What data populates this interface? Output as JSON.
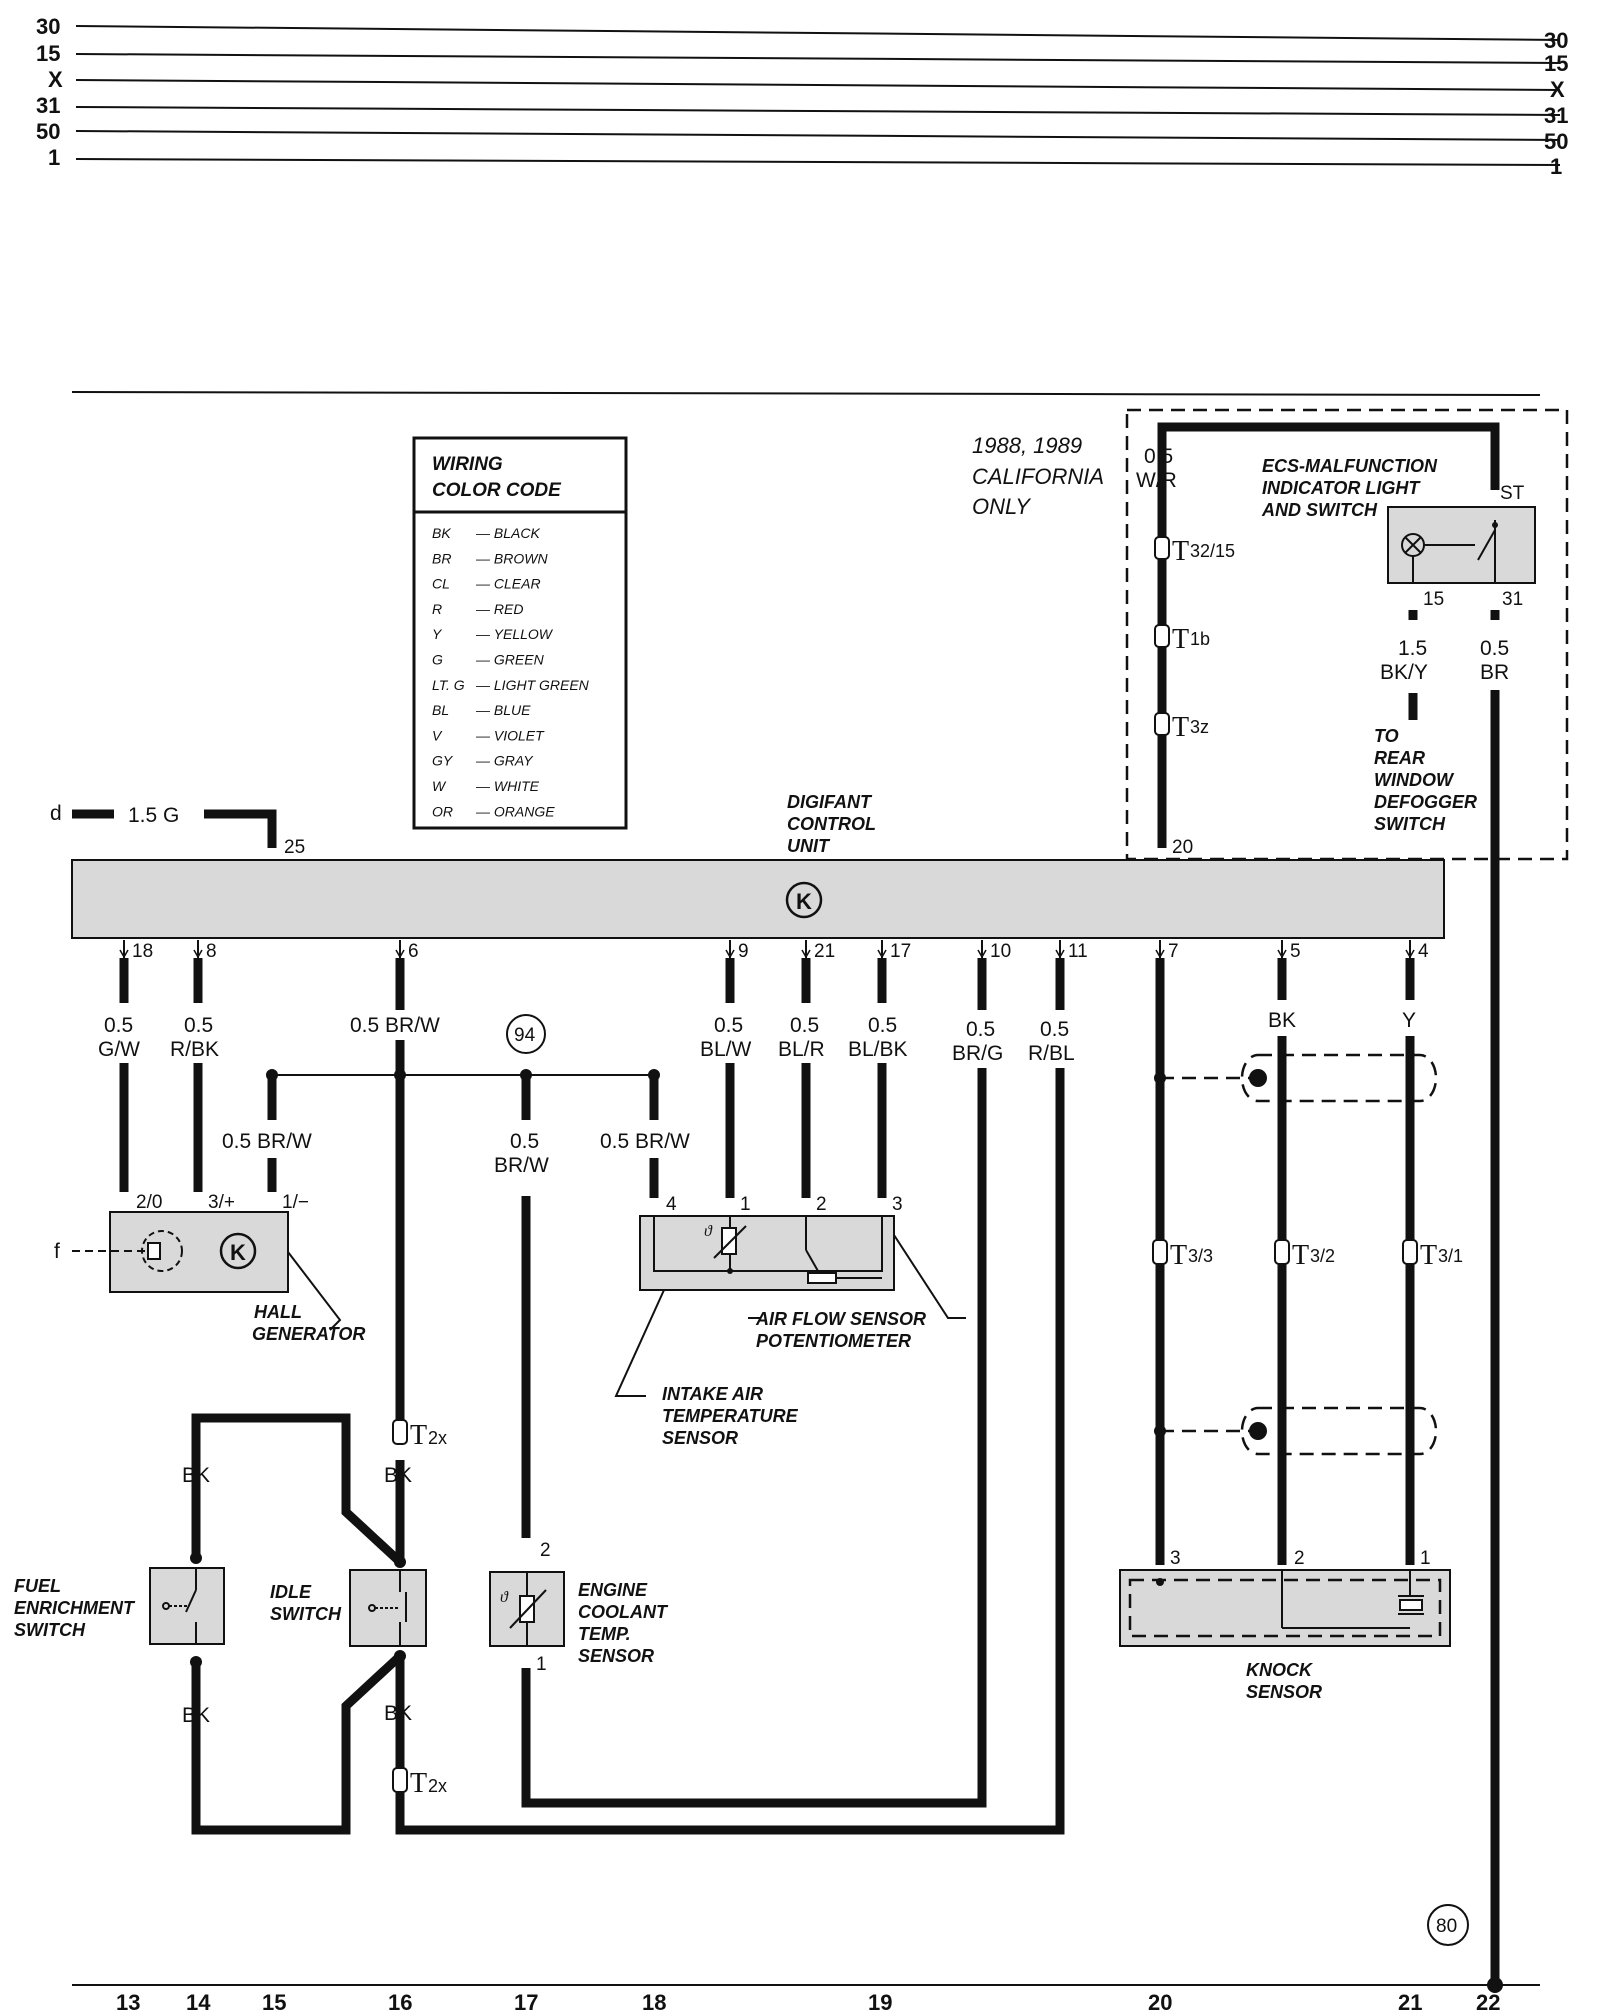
{
  "buses": {
    "left": [
      "30",
      "15",
      "X",
      "31",
      "50",
      "1"
    ],
    "right": [
      "30",
      "15",
      "X",
      "31",
      "50",
      "1"
    ]
  },
  "legend": {
    "title_line1": "WIRING",
    "title_line2": "COLOR CODE",
    "entries": [
      {
        "code": "BK",
        "name": "— BLACK"
      },
      {
        "code": "BR",
        "name": "— BROWN"
      },
      {
        "code": "CL",
        "name": "— CLEAR"
      },
      {
        "code": "R",
        "name": "— RED"
      },
      {
        "code": "Y",
        "name": "— YELLOW"
      },
      {
        "code": "G",
        "name": "— GREEN"
      },
      {
        "code": "LT. G",
        "name": "— LIGHT GREEN"
      },
      {
        "code": "BL",
        "name": "— BLUE"
      },
      {
        "code": "V",
        "name": "— VIOLET"
      },
      {
        "code": "GY",
        "name": "— GRAY"
      },
      {
        "code": "W",
        "name": "— WHITE"
      },
      {
        "code": "OR",
        "name": "— ORANGE"
      }
    ]
  },
  "california": {
    "line1": "1988, 1989",
    "line2": "CALIFORNIA",
    "line3": "ONLY"
  },
  "ecs": {
    "line1": "ECS-MALFUNCTION",
    "line2": "INDICATOR LIGHT",
    "line3": "AND SWITCH",
    "pin_st": "ST",
    "pin_15": "15",
    "pin_31": "31",
    "wire_left_size": "1.5",
    "wire_left_color": "BK/Y",
    "wire_right_size": "0.5",
    "wire_right_color": "BR"
  },
  "rear_defogger": {
    "line1": "TO",
    "line2": "REAR",
    "line3": "WINDOW",
    "line4": "DEFOGGER",
    "line5": "SWITCH"
  },
  "ecu": {
    "line1": "DIGIFANT",
    "line2": "CONTROL",
    "line3": "UNIT"
  },
  "top_wire": {
    "d": "d",
    "label": "1.5 G",
    "pin": "25"
  },
  "w_r_wire": {
    "size": "0.5",
    "color": "W/R",
    "pin": "20"
  },
  "connectors": {
    "t32_15": "T",
    "t32_15_sub": "32/15",
    "t1b": "T",
    "t1b_sub": "1b",
    "t3z": "T",
    "t3z_sub": "3z",
    "t3_3": "T",
    "t3_3_sub": "3/3",
    "t3_2": "T",
    "t3_2_sub": "3/2",
    "t3_1": "T",
    "t3_1_sub": "3/1",
    "t2x_a": "T",
    "t2x_a_sub": "2x",
    "t2x_b": "T",
    "t2x_b_sub": "2x"
  },
  "ecu_pins": [
    "18",
    "8",
    "6",
    "9",
    "21",
    "17",
    "10",
    "11",
    "7",
    "5",
    "4"
  ],
  "wire_labels": {
    "p18_size": "0.5",
    "p18_color": "G/W",
    "p8_size": "0.5",
    "p8_color": "R/BK",
    "p6": "0.5  BR/W",
    "p9_size": "0.5",
    "p9_color": "BL/W",
    "p21_size": "0.5",
    "p21_color": "BL/R",
    "p17_size": "0.5",
    "p17_color": "BL/BK",
    "p10_size": "0.5",
    "p10_color": "BR/G",
    "p11_size": "0.5",
    "p11_color": "R/BL",
    "p5_color": "BK",
    "p4_color": "Y",
    "hall_branch": "0.5  BR/W",
    "mid_size": "0.5",
    "mid_color": "BR/W",
    "afs_branch": "0.5  BR/W",
    "bk_fuel_top": "BK",
    "bk_idle_top": "BK",
    "bk_fuel_bottom": "BK",
    "bk_idle_bottom": "BK"
  },
  "ground_point": "94",
  "ref_point": "80",
  "hall": {
    "pin1": "2/0",
    "pin2": "3/+",
    "pin3": "1/−",
    "f": "f",
    "line1": "HALL",
    "line2": "GENERATOR"
  },
  "afs": {
    "pin4": "4",
    "pin1": "1",
    "pin2": "2",
    "pin3": "3",
    "line1": "AIR FLOW SENSOR",
    "line2": "POTENTIOMETER"
  },
  "iat": {
    "line1": "INTAKE AIR",
    "line2": "TEMPERATURE",
    "line3": "SENSOR"
  },
  "fuel_switch": {
    "line1": "FUEL",
    "line2": "ENRICHMENT",
    "line3": "SWITCH"
  },
  "idle_switch": {
    "line1": "IDLE",
    "line2": "SWITCH"
  },
  "ect": {
    "pin2": "2",
    "pin1": "1",
    "line1": "ENGINE",
    "line2": "COOLANT",
    "line3": "TEMP.",
    "line4": "SENSOR"
  },
  "knock": {
    "pin3": "3",
    "pin2": "2",
    "pin1": "1",
    "line1": "KNOCK",
    "line2": "SENSOR"
  },
  "track_numbers": [
    "13",
    "14",
    "15",
    "16",
    "17",
    "18",
    "19",
    "20",
    "21",
    "22"
  ]
}
